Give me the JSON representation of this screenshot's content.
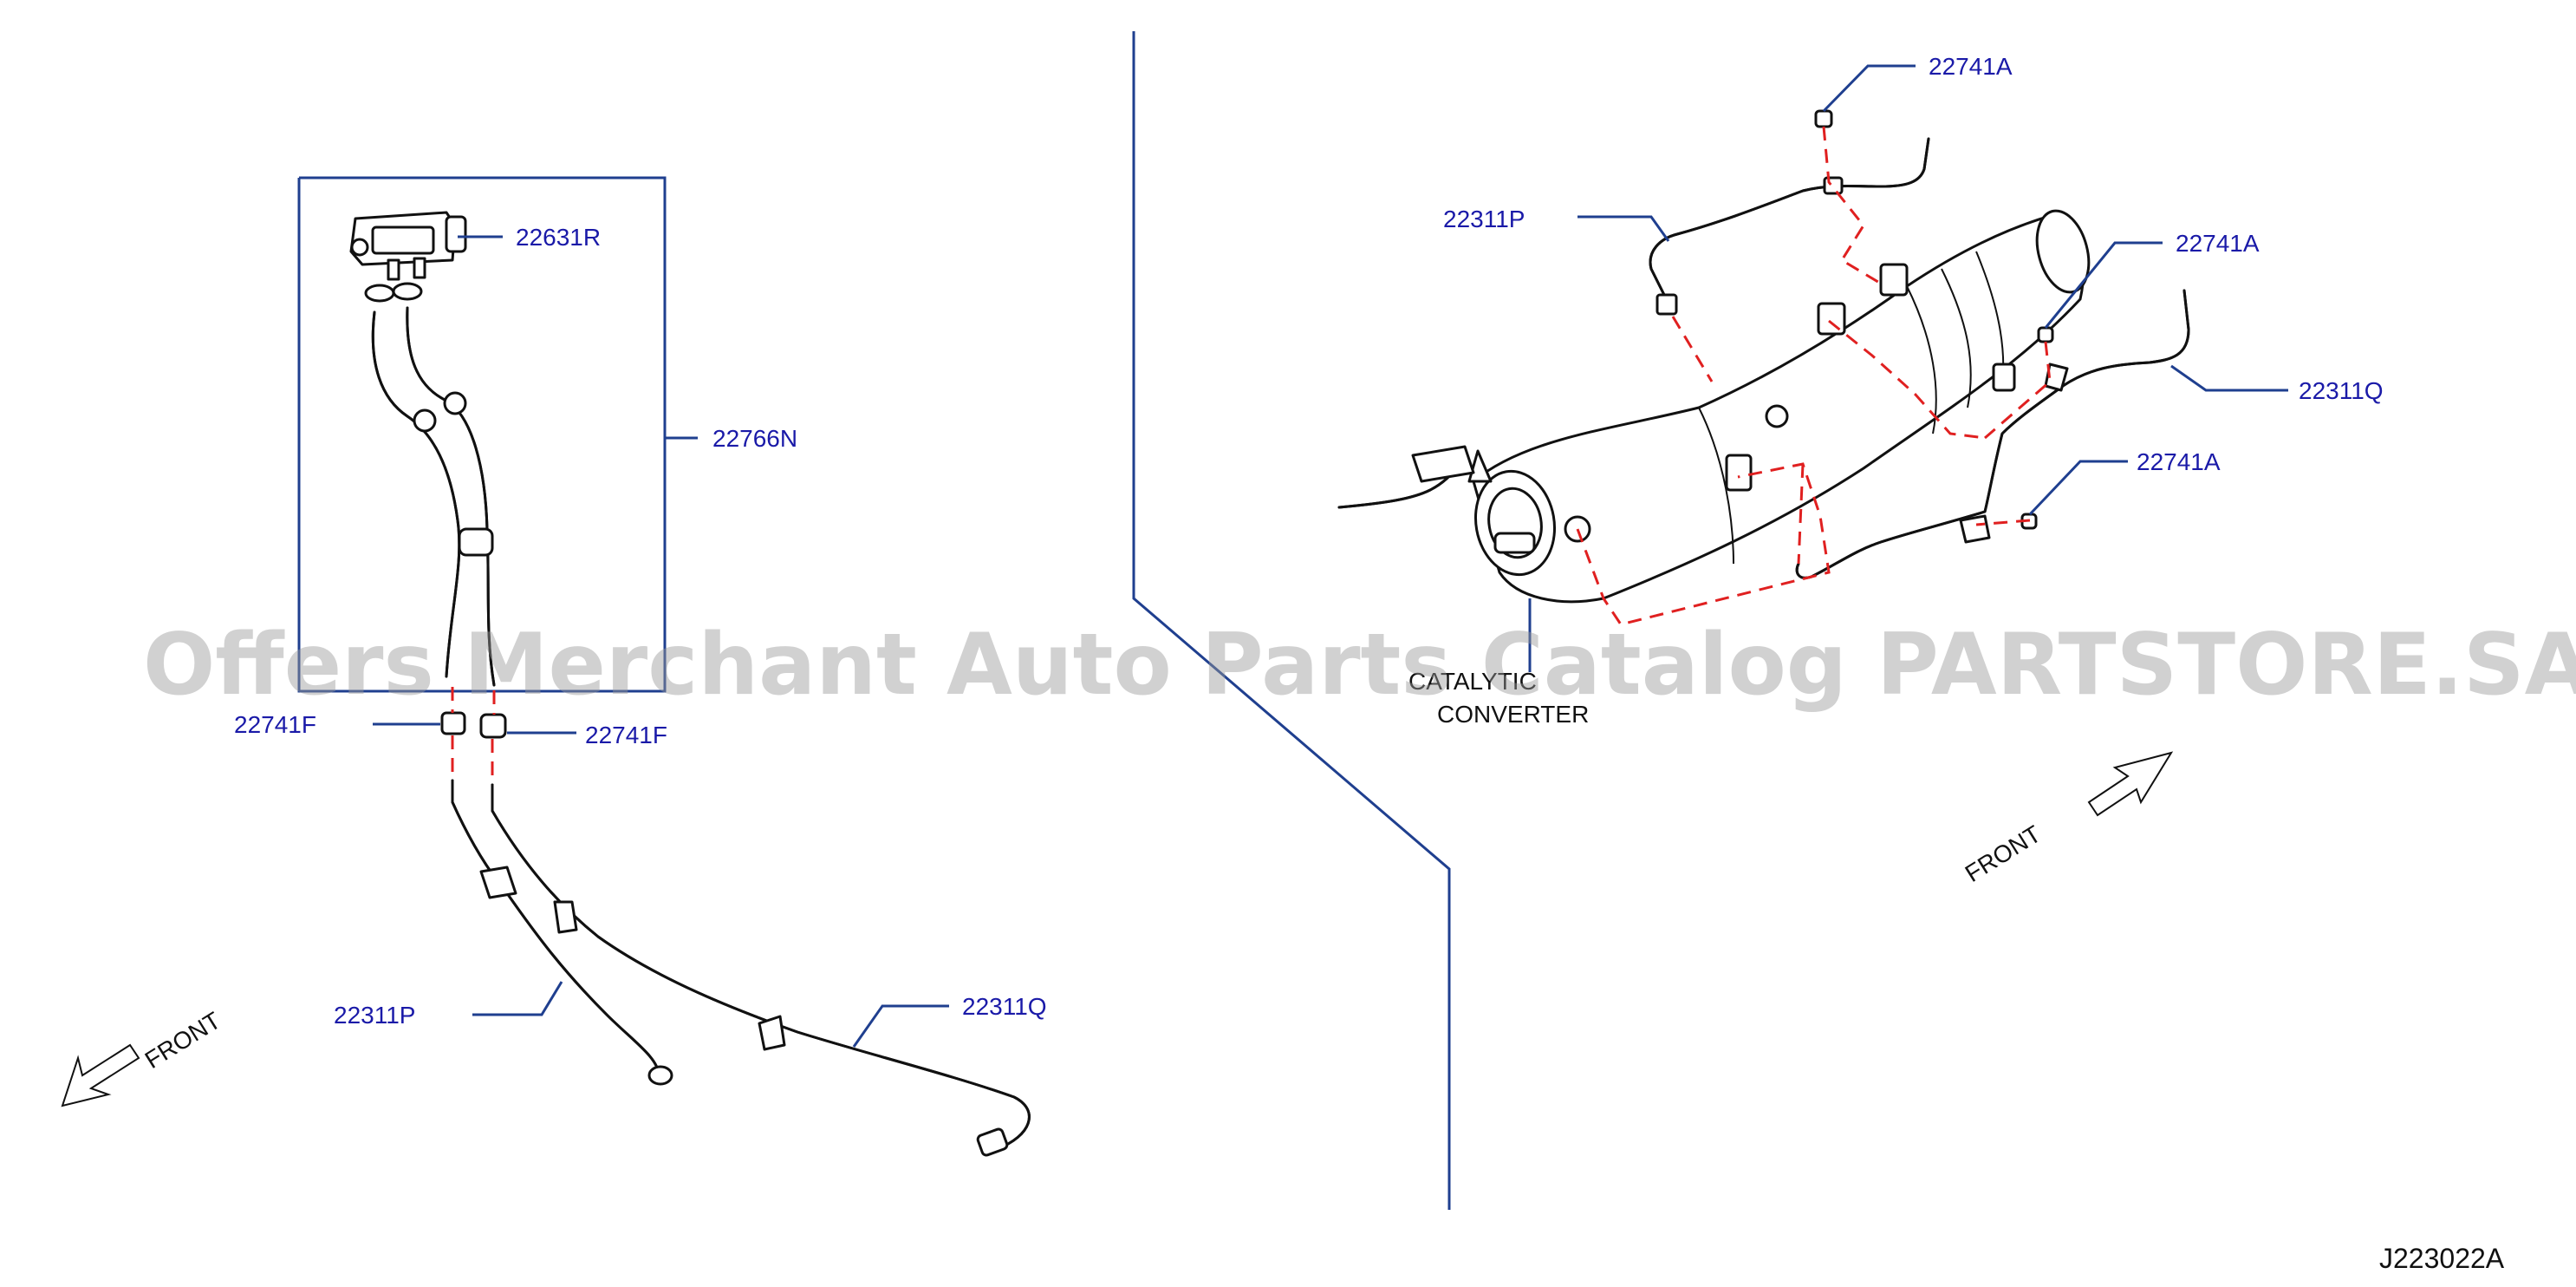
{
  "labels": {
    "l22631R": "22631R",
    "l22766N": "22766N",
    "l22741F_left": "22741F",
    "l22741F_right": "22741F",
    "l22311P_left": "22311P",
    "l22311Q_left": "22311Q",
    "l22311P_right": "22311P",
    "l22741A_top": "22741A",
    "l22741A_mid": "22741A",
    "l22741A_low": "22741A",
    "l22311Q_right": "22311Q",
    "catalytic_line1": "CATALYTIC",
    "catalytic_line2": "CONVERTER"
  },
  "front_left": "FRONT",
  "front_right": "FRONT",
  "diagram_code": "J223022A",
  "watermark": "Offers Merchant Auto Parts Catalog PARTSTORE.SA",
  "colors": {
    "callout": "#1a1aa8",
    "leader": "#1f3f8f",
    "dashed": "#e02020",
    "line": "#111111"
  }
}
